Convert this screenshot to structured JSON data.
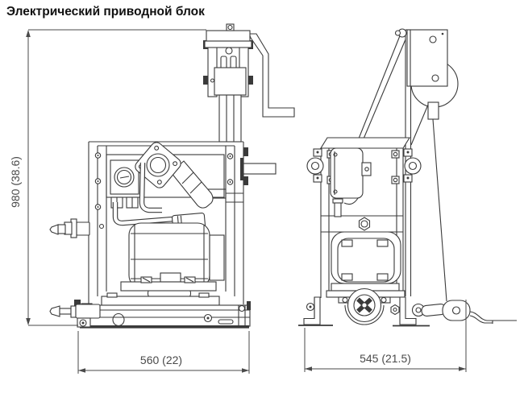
{
  "title": "Электрический приводной блок",
  "colors": {
    "background": "#ffffff",
    "line": "#3a3a3a",
    "dim": "#4a4a4a",
    "title": "#111111"
  },
  "dimensions": {
    "height": {
      "label": "980 (38.6)",
      "value": 980,
      "alt_value": 38.6
    },
    "front_width": {
      "label": "560 (22)",
      "value": 560,
      "alt_value": 22
    },
    "side_width": {
      "label": "545 (21.5)",
      "value": 545,
      "alt_value": 21.5
    }
  }
}
